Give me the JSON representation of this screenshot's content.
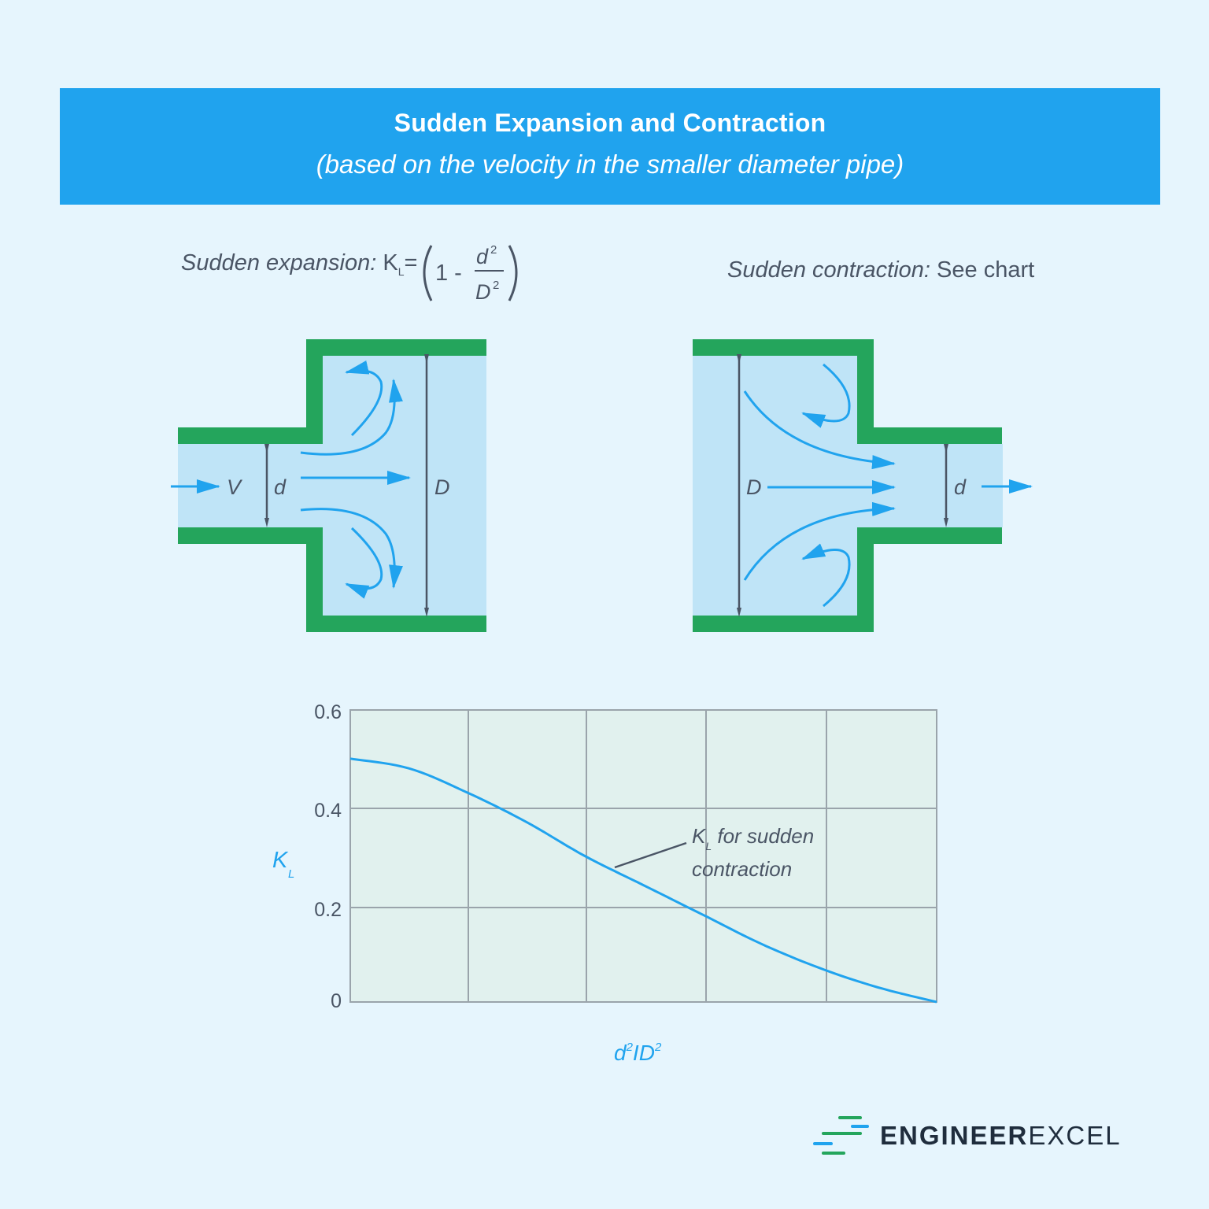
{
  "header": {
    "title": "Sudden Expansion and Contraction",
    "subtitle": "(based on the velocity in the smaller diameter pipe)",
    "background_color": "#20a3ee"
  },
  "expansion": {
    "label": "Sudden expansion:",
    "formula_lhs": "K",
    "formula_lhs_sub": "L",
    "formula_eq": "=",
    "formula_one": "1 -",
    "formula_num": "d",
    "formula_den": "D",
    "formula_exp": "2",
    "velocity_label": "V",
    "small_diameter_label": "d",
    "large_diameter_label": "D"
  },
  "contraction": {
    "label": "Sudden contraction:",
    "note": "See chart",
    "small_diameter_label": "d",
    "large_diameter_label": "D"
  },
  "colors": {
    "pipe_wall": "#24a55c",
    "fluid": "#bfe4f7",
    "flow_arrow": "#20a3ee",
    "dimension": "#4a5565",
    "chart_bg": "#e1f1ee",
    "grid": "#9aa4ab"
  },
  "chart_data": {
    "type": "line",
    "title": "",
    "xlabel": "d²/D²",
    "ylabel": "K_L",
    "x_tick_labels": [],
    "y_ticks": [
      0,
      0.2,
      0.4,
      0.6
    ],
    "y_tick_labels": [
      "0",
      "0.2",
      "0.4",
      "0.6"
    ],
    "xlim": [
      0,
      1
    ],
    "ylim": [
      0,
      0.6
    ],
    "grid": true,
    "x_grid_divisions": 5,
    "series": [
      {
        "name": "K_L for sudden contraction",
        "x": [
          0,
          0.1,
          0.2,
          0.3,
          0.4,
          0.5,
          0.6,
          0.7,
          0.8,
          0.9,
          1.0
        ],
        "values": [
          0.5,
          0.48,
          0.43,
          0.37,
          0.3,
          0.24,
          0.18,
          0.12,
          0.07,
          0.03,
          0.0
        ]
      }
    ],
    "annotation": {
      "text_line1_main": "K",
      "text_line1_sub": "L",
      "text_line1_rest": " for sudden",
      "text_line2": "contraction"
    },
    "axis_label_x_d": "d",
    "axis_label_x_sep": "I",
    "axis_label_x_D": "D",
    "axis_label_x_exp": "2",
    "axis_label_y_main": "K",
    "axis_label_y_sub": "L"
  },
  "logo": {
    "bold_part": "ENGINEER",
    "light_part": "EXCEL"
  }
}
